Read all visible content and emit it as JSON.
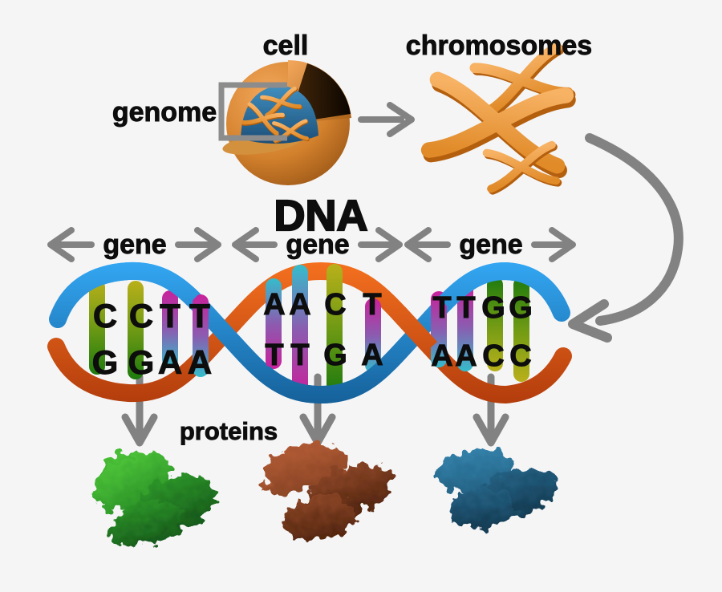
{
  "labels": {
    "cell": "cell",
    "chromosomes": "chromosomes",
    "genome": "genome",
    "dna": "DNA",
    "proteins": "proteins"
  },
  "genes": [
    {
      "label": "gene"
    },
    {
      "label": "gene"
    },
    {
      "label": "gene"
    }
  ],
  "dna_sections": [
    {
      "top": [
        "C",
        "C",
        "T",
        "T"
      ],
      "bottom": [
        "G",
        "G",
        "A",
        "A"
      ]
    },
    {
      "top": [
        "A",
        "A",
        "C",
        "T"
      ],
      "bottom": [
        "T",
        "T",
        "G",
        "A"
      ]
    },
    {
      "top": [
        "T",
        "T",
        "G",
        "G"
      ],
      "bottom": [
        "A",
        "A",
        "C",
        "C"
      ]
    }
  ],
  "colors": {
    "background": "#f5f5f6",
    "text": "#0d0d0d",
    "arrow_gray": "#828282",
    "bracket_gray": "#8c8c8c",
    "strand_blue_light": "#33a6f2",
    "strand_blue_dark": "#156099",
    "strand_orange_light": "#f4701f",
    "strand_orange_dark": "#b23c0c",
    "bar_cg_top": "#b9b01a",
    "bar_cg_mid": "#6f9a14",
    "bar_cg_bottom": "#1d7a0e",
    "bar_ta_top": "#c9219b",
    "bar_ta_mid": "#8b5cb0",
    "bar_ta_bottom": "#35bccb",
    "chromosome_light": "#f7b264",
    "chromosome_dark": "#e08a28",
    "chromosome_shadow": "#b35f0e",
    "cell_light": "#f3a85c",
    "cell_mid": "#d3812c",
    "cell_dark": "#8f4e12",
    "cell_cut": "#a85f15",
    "cavity_light": "#4a2a0a",
    "cavity_dark": "#0b0500",
    "nucleus_light": "#4190c0",
    "nucleus_dark": "#1b4e78",
    "protein_green_light": "#4cc238",
    "protein_green_mid": "#2c9428",
    "protein_green_dark": "#17591b",
    "protein_brown_light": "#b05a33",
    "protein_brown_mid": "#8a4526",
    "protein_brown_dark": "#53250f",
    "protein_blue_light": "#3381aa",
    "protein_blue_mid": "#246183",
    "protein_blue_dark": "#153c54"
  }
}
